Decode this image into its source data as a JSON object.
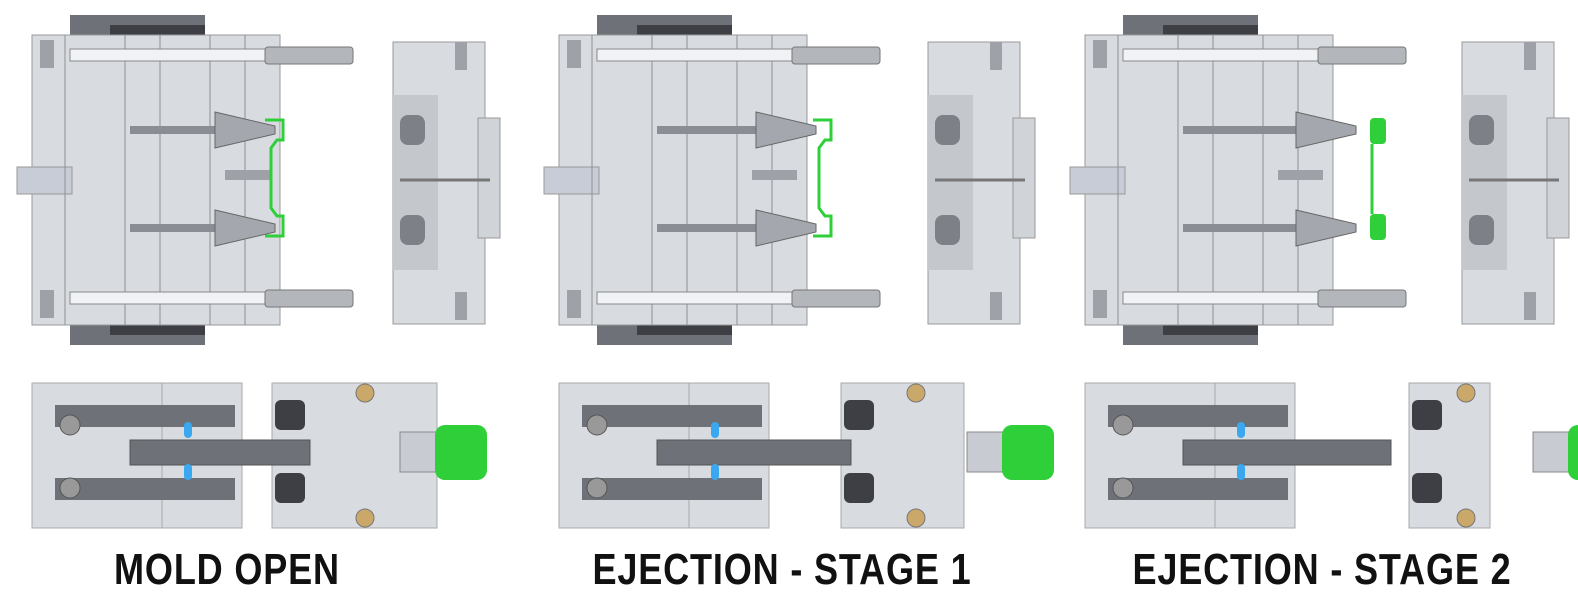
{
  "stages": [
    {
      "label": "MOLD OPEN",
      "ejection_stage": 0
    },
    {
      "label": "EJECTION - STAGE 1",
      "ejection_stage": 1
    },
    {
      "label": "EJECTION - STAGE 2",
      "ejection_stage": 2
    }
  ],
  "colors": {
    "steel_light": "#d8dbe0",
    "steel_mid": "#b9bdc4",
    "steel_dark": "#6e7178",
    "clamp_dark": "#3d3f44",
    "part_green": "#2fcf3a",
    "spring_blue": "#3aa8f0",
    "brass": "#c9a86a",
    "label": "#111111"
  }
}
